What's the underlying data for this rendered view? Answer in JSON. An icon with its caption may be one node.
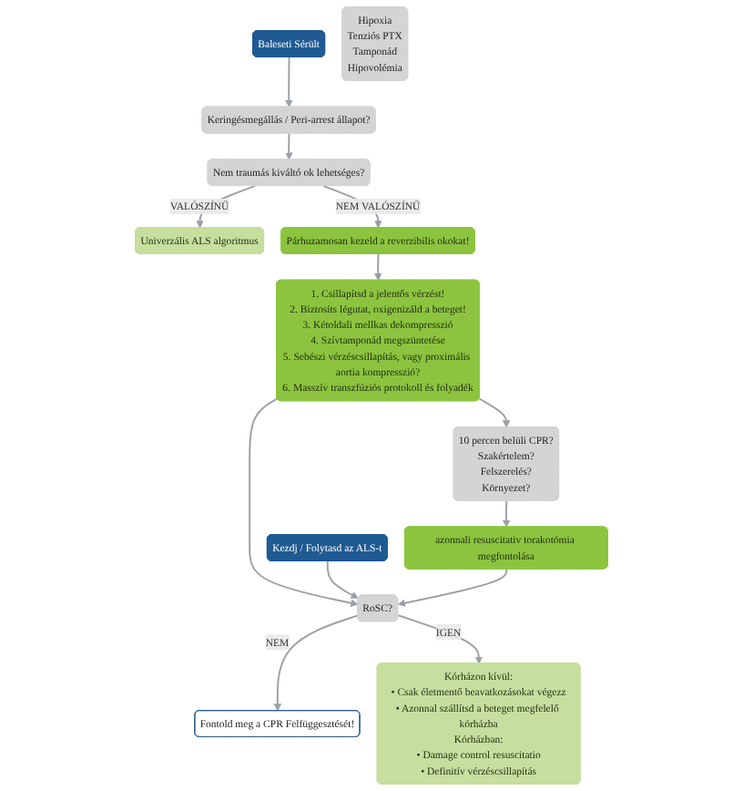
{
  "diagram": {
    "nodes": [
      {
        "text": [
          "Baleseti Sérült"
        ]
      },
      {
        "text": [
          "Keringésmegállás / Peri-arrest állapot?"
        ]
      },
      {
        "text": [
          "Nem traumás kiváltó ok lehetséges?"
        ]
      },
      {
        "text": [
          "Univerzális ALS algoritmus"
        ]
      },
      {
        "text": [
          "Hipoxia",
          "Tenziós PTX",
          "Tamponád",
          "Hipovolémia"
        ]
      },
      {
        "text": [
          "Párhuzamosan kezeld a reverzibilis okokat!"
        ]
      },
      {
        "text": [
          "1. Csillapítsd a jelentős vérzést!",
          "2. Biztosíts légutat, oxigenizáld a beteget!",
          "3. Kétoldali mellkas dekompresszió",
          "4. Szívtamponád megszüntetése",
          "5. Sebészi vérzéscsillapítás, vagy proximális aortia kompresszió?",
          "6. Masszív transzfúziós protokoll és folyadék"
        ]
      },
      {
        "text": [
          "Kezdj / Folytasd az ALS-t"
        ]
      },
      {
        "text": [
          "10 percen belüli CPR?",
          "Szakértelem?",
          "Felszerelés?",
          "Környezet?"
        ]
      },
      {
        "text": [
          "Fontold meg a CPR Felfüggesztését!"
        ]
      },
      {
        "text": [
          "RoSC?"
        ]
      },
      {
        "text": [
          "azonnali resuscitativ torakotómia megfontolása"
        ]
      },
      {
        "text": [
          "Kórházon kívül:",
          "• Csak életmentő beavatkozásokat végezz",
          "• Azonnal szállítsd a beteget megfelelő kórházba",
          "Kórházban:",
          "• Damage control resuscitatio",
          "• Definitív vérzéscsillapítás"
        ]
      }
    ],
    "edges": [
      {
        "from": 0,
        "to": 1,
        "arrow": "to"
      },
      {
        "from": 1,
        "to": 2,
        "arrow": "to"
      },
      {
        "from": 2,
        "to": 3,
        "arrow": "to",
        "label": "VALÓSZÍNŰ"
      },
      {
        "from": 2,
        "to": 5,
        "arrow": "to",
        "label": "NEM VALÓSZÍNŰ"
      },
      {
        "from": 5,
        "to": 6,
        "arrow": "to"
      },
      {
        "from": 6,
        "to": 8,
        "arrow": "to"
      },
      {
        "from": 6,
        "to": 10,
        "arrow": "to"
      },
      {
        "from": 7,
        "to": 10,
        "arrow": "to"
      },
      {
        "from": 8,
        "to": 11,
        "arrow": "to"
      },
      {
        "from": 11,
        "to": 10,
        "arrow": "to"
      },
      {
        "from": 10,
        "to": 9,
        "arrow": "to",
        "label": "NEM"
      },
      {
        "from": 10,
        "to": 12,
        "arrow": "to",
        "label": "IGEN"
      }
    ]
  }
}
